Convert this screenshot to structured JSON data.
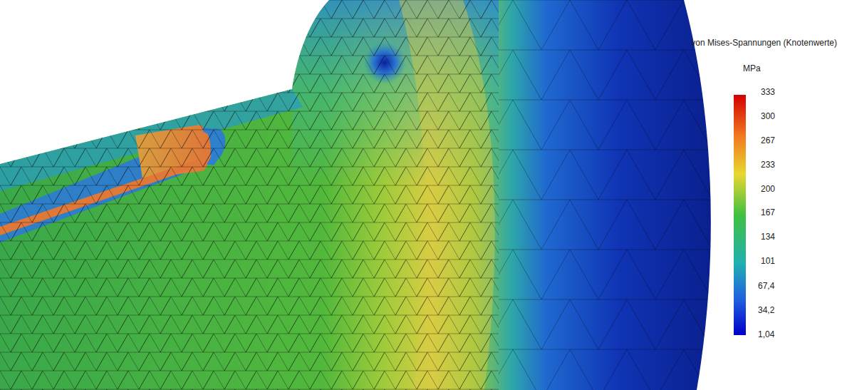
{
  "diagram": {
    "title": "von Mises-Spannungen (Knotenwerte)",
    "labels": [
      "MPa",
      "333",
      "300",
      "267",
      "233",
      "200",
      "167",
      "134",
      "101",
      "67,4",
      "34,2",
      "1,04"
    ]
  }
}
